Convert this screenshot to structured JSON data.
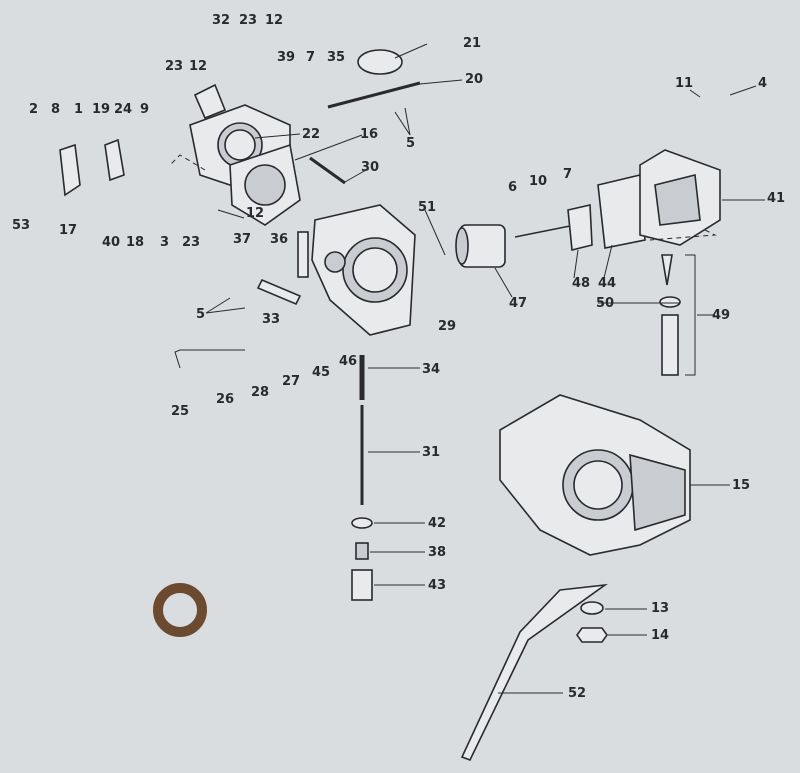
{
  "diagram": {
    "title_visible": false,
    "colors": {
      "background": "#d9dde0",
      "ink": "#2a2a2e",
      "washer": "#6b4a30"
    },
    "labels": [
      "32",
      "23",
      "12",
      "21",
      "20",
      "23",
      "12",
      "39",
      "7",
      "35",
      "11",
      "4",
      "2",
      "8",
      "1",
      "19",
      "24",
      "9",
      "22",
      "16",
      "5",
      "30",
      "41",
      "6",
      "10",
      "7",
      "12",
      "53",
      "17",
      "40",
      "18",
      "3",
      "23",
      "51",
      "37",
      "36",
      "48",
      "44",
      "47",
      "50",
      "49",
      "5",
      "33",
      "29",
      "46",
      "45",
      "27",
      "28",
      "26",
      "25",
      "34",
      "31",
      "15",
      "42",
      "38",
      "43",
      "13",
      "14",
      "52"
    ]
  }
}
